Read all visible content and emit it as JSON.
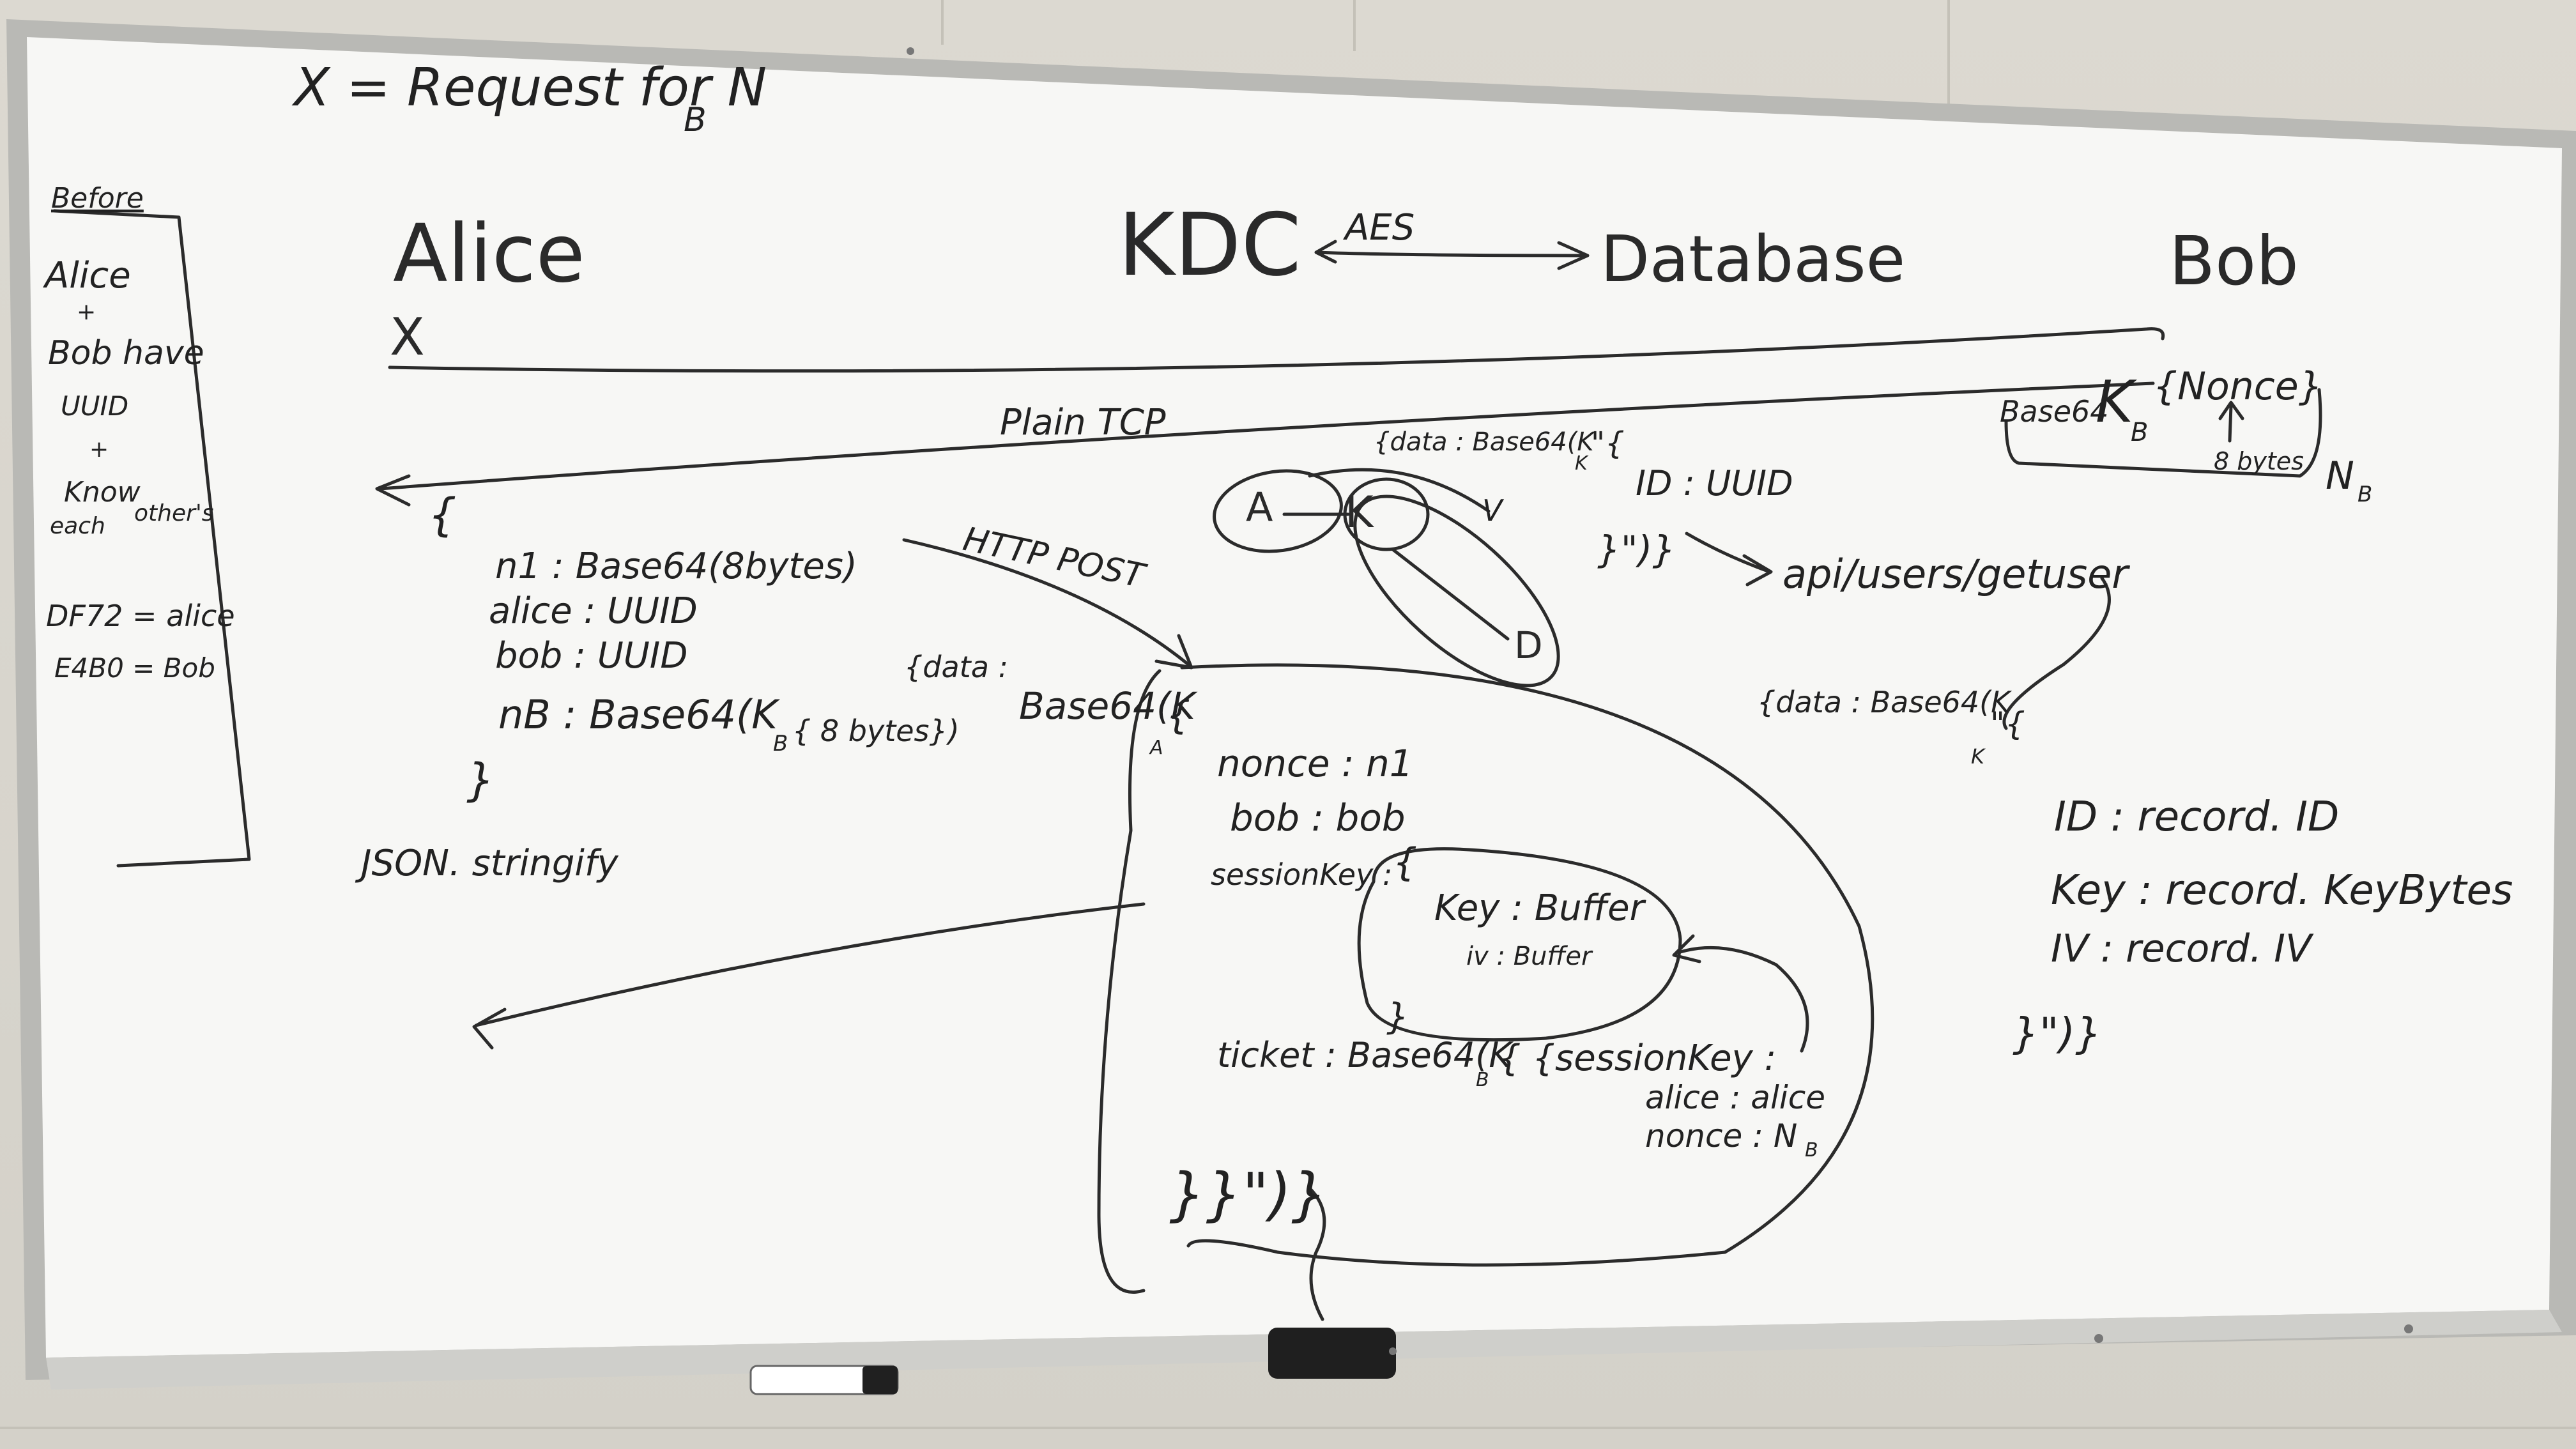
{
  "top_note": "X = Request for N",
  "top_note_sub": "B",
  "before_box": {
    "title": "Before",
    "lines": [
      "Alice",
      "+",
      "Bob have",
      "UUID",
      "+",
      "Know",
      "each",
      "other's",
      "DF72 = alice",
      "E4B0 = Bob"
    ]
  },
  "entities": {
    "alice": "Alice",
    "kdc": "KDC",
    "database": "Database",
    "bob": "Bob"
  },
  "aes_label": "AES",
  "x_label": "X",
  "plain_tcp_label": "Plain TCP",
  "http_post_label": "HTTP POST",
  "bob_message": {
    "prefix": "Base64",
    "key": "K",
    "key_sub": "B",
    "body": "{Nonce}",
    "bytes_note": "8 bytes",
    "nonce_name": "N",
    "nonce_sub": "B"
  },
  "alice_request": {
    "open": "{",
    "lines": [
      "n1  :  Base64(8bytes)",
      "alice :  UUID",
      "bob :  UUID",
      "nB :  Base64(K",
      "{ 8 bytes})"
    ],
    "nb_sub": "B",
    "close": "}",
    "json_note": "JSON. stringify"
  },
  "kdc_db_request": {
    "data_prefix": "{data : Base64(K",
    "data_sub": "K",
    "data_tail": "\"{",
    "id_line": "ID : UUID",
    "close": "}\")}"
  },
  "triangle": {
    "a": "A",
    "k": "K",
    "d": "D",
    "v": "V"
  },
  "api_endpoint": "api/users/getuser",
  "db_response": {
    "data_prefix": "{data : Base64(K",
    "data_sub": "K",
    "data_tail": "\"{",
    "lines": [
      "ID : record. ID",
      "Key : record. KeyBytes",
      "IV : record. IV"
    ],
    "close": "}\")}"
  },
  "kdc_response": {
    "data_prefix": "{data :",
    "base64": "Base64(K",
    "key_sub": "A",
    "brace": "{",
    "nonce_line": "nonce :  n1",
    "bob_line": "bob :    bob",
    "session_key_label": "sessionKey :",
    "session_open": "{",
    "key_line": "Key :  Buffer",
    "iv_line": "iv :    Buffer",
    "session_close": "}",
    "ticket_label": "ticket :  Base64(K",
    "ticket_sub": "B",
    "ticket_tail": "{ {sessionKey :",
    "ticket_alice": "alice :    alice",
    "ticket_nonce": "nonce :   N",
    "ticket_nonce_sub": "B",
    "final_close": "}}\")}"
  },
  "colors": {
    "board": "#f7f7f5",
    "frame": "#b8b8b4",
    "ink": "#2a2a2a",
    "wall": "#d6d3cb",
    "tray": "#c9c9c5",
    "eraser": "#1e1e1e"
  }
}
